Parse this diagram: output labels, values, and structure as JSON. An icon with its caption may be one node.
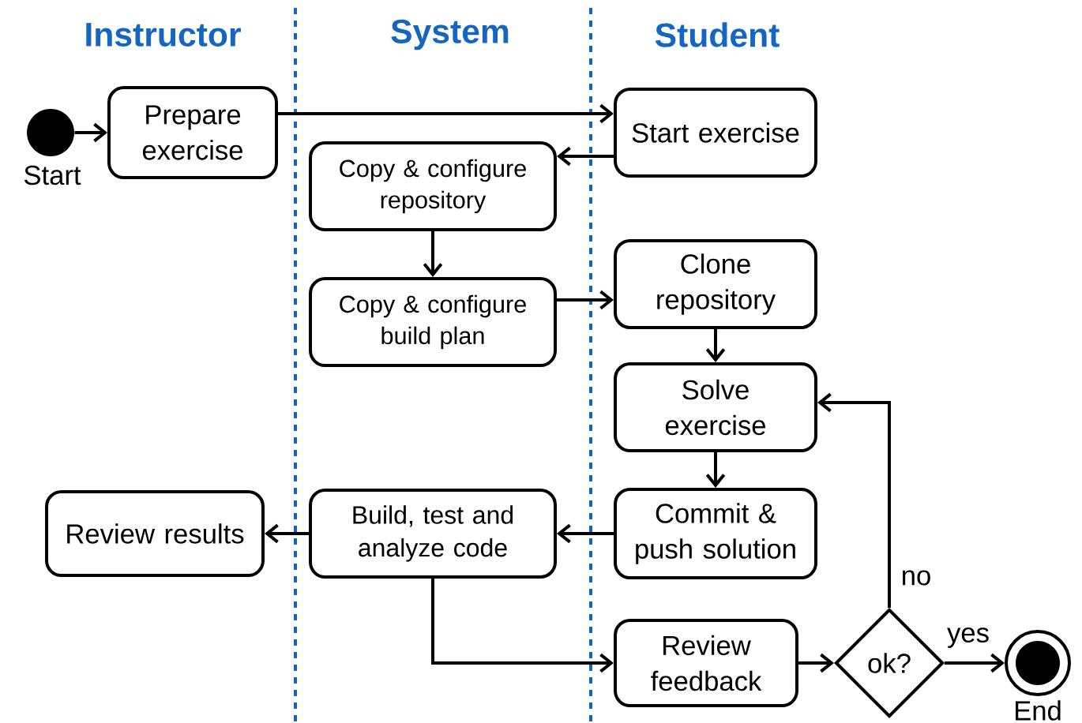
{
  "diagram": {
    "nodes": [
      {
        "text": [],
        "shape": "circle",
        "beside": [
          "Start"
        ]
      },
      {
        "text": [
          "Prepare exercise"
        ]
      },
      {
        "text": [
          "Start exercise"
        ]
      },
      {
        "text": [
          "Copy & configure repository"
        ]
      },
      {
        "text": [
          "Copy & configure build plan"
        ]
      },
      {
        "text": [
          "Clone repository"
        ]
      },
      {
        "text": [
          "Solve exercise"
        ]
      },
      {
        "text": [
          "Review results"
        ]
      },
      {
        "text": [
          "Build, test and analyze code"
        ]
      },
      {
        "text": [
          "Commit & push solution"
        ]
      },
      {
        "text": [
          "Review feedback"
        ]
      },
      {
        "text": [
          "ok?"
        ]
      },
      {
        "text": [],
        "shape": "circle",
        "beside": [
          "End"
        ]
      }
    ],
    "edges": [
      {
        "from": 0,
        "to": 1,
        "arrow": "to"
      },
      {
        "from": 1,
        "to": 2,
        "arrow": "to"
      },
      {
        "from": 2,
        "to": 3,
        "arrow": "to"
      },
      {
        "from": 3,
        "to": 4,
        "arrow": "to"
      },
      {
        "from": 4,
        "to": 5,
        "arrow": "to"
      },
      {
        "from": 5,
        "to": 6,
        "arrow": "to"
      },
      {
        "from": 6,
        "to": 9,
        "arrow": "to"
      },
      {
        "from": 9,
        "to": 8,
        "arrow": "to"
      },
      {
        "from": 8,
        "to": 7,
        "arrow": "to"
      },
      {
        "from": 8,
        "to": 10,
        "arrow": "to"
      },
      {
        "from": 10,
        "to": 11,
        "arrow": "to"
      },
      {
        "from": 11,
        "to": 6,
        "arrow": "to",
        "label": "no"
      },
      {
        "from": 11,
        "to": 12,
        "arrow": "to",
        "label": "yes"
      }
    ],
    "labels": [
      "Instructor",
      "System",
      "Student"
    ]
  }
}
